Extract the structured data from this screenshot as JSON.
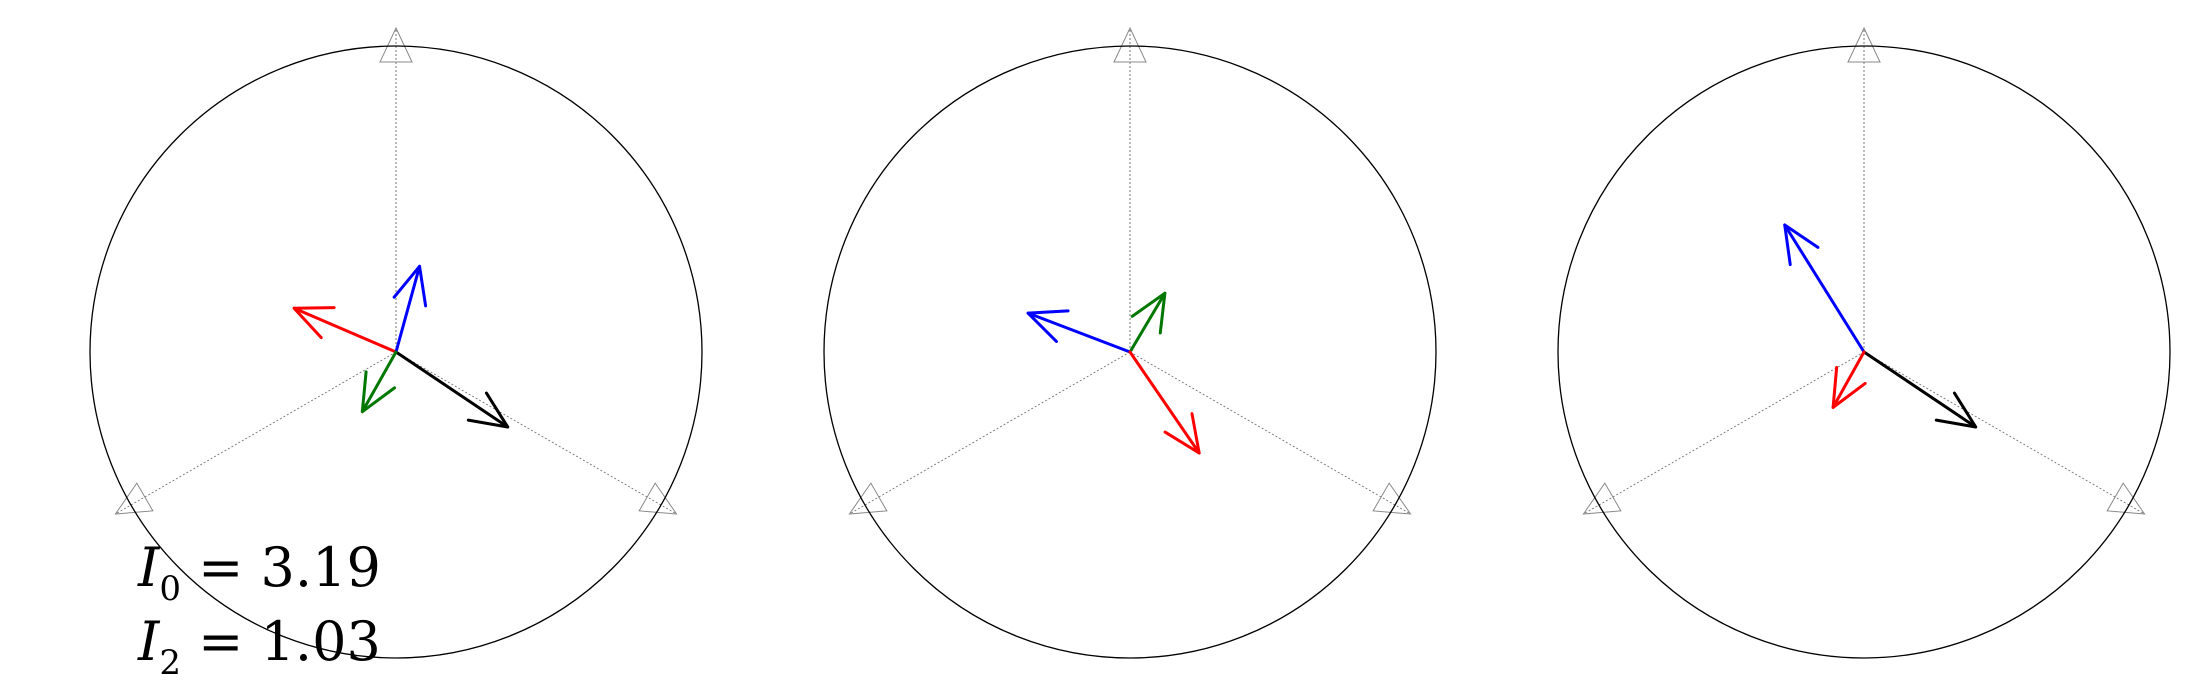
{
  "annotations": {
    "i0": {
      "symbol": "I",
      "subscript": "0",
      "rest": " = 3.19"
    },
    "i2": {
      "symbol": "I",
      "subscript": "2",
      "rest": " = 1.03"
    }
  },
  "colors": {
    "circle": "#000000",
    "axis": "#777777",
    "black": "#000000",
    "red": "#ff0000",
    "blue": "#0000ff",
    "green": "#007700"
  },
  "panels": [
    {
      "id": "panel-1",
      "phasors": [
        {
          "name": "black-phasor",
          "color": "black",
          "vector": [
            0.365,
            -0.245
          ]
        },
        {
          "name": "red-phasor",
          "color": "red",
          "vector": [
            -0.333,
            0.143
          ]
        },
        {
          "name": "blue-phasor",
          "color": "blue",
          "vector": [
            0.077,
            0.28
          ]
        },
        {
          "name": "green-phasor",
          "color": "green",
          "vector": [
            -0.11,
            -0.195
          ]
        }
      ]
    },
    {
      "id": "panel-2",
      "phasors": [
        {
          "name": "blue-phasor",
          "color": "blue",
          "vector": [
            -0.333,
            0.127
          ]
        },
        {
          "name": "green-phasor",
          "color": "green",
          "vector": [
            0.114,
            0.192
          ]
        },
        {
          "name": "red-phasor",
          "color": "red",
          "vector": [
            0.226,
            -0.33
          ]
        }
      ]
    },
    {
      "id": "panel-3",
      "phasors": [
        {
          "name": "blue-phasor",
          "color": "blue",
          "vector": [
            -0.259,
            0.415
          ]
        },
        {
          "name": "black-phasor",
          "color": "black",
          "vector": [
            0.365,
            -0.245
          ]
        },
        {
          "name": "red-phasor",
          "color": "red",
          "vector": [
            -0.101,
            -0.181
          ]
        }
      ]
    }
  ]
}
